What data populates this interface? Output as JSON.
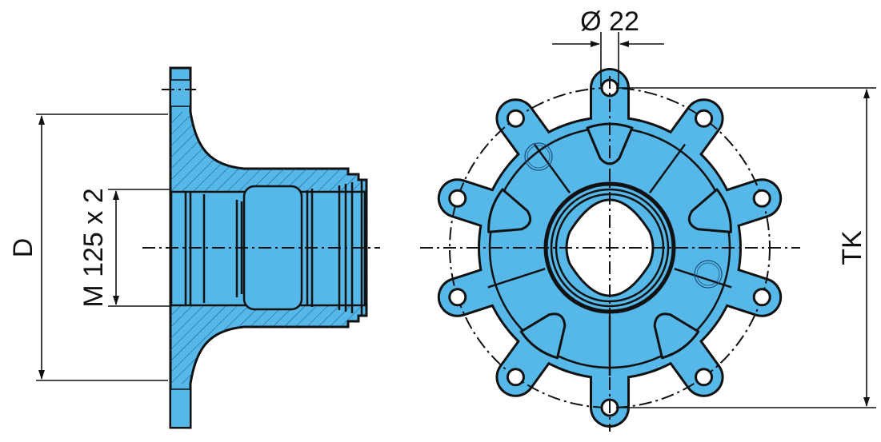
{
  "title": "Flange hub technical drawing",
  "colors": {
    "part": "#55b8e8",
    "line": "#111111"
  },
  "dimensions": {
    "hole_diameter": "Ø 22",
    "bolt_circle": "TK",
    "flange_diameter": "D",
    "thread": "M 125 x 2"
  },
  "bolt_holes": 10,
  "pockets": 5
}
